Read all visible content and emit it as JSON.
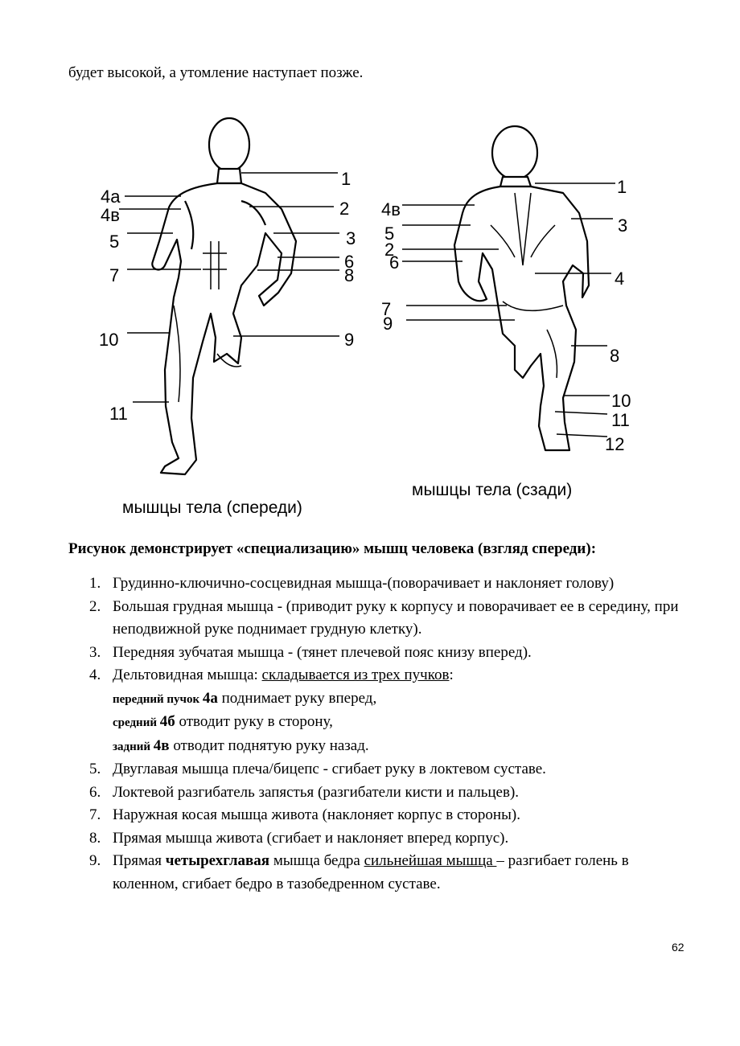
{
  "top_text": "будет высокой, а утомление наступает позже.",
  "figure": {
    "front_caption": "мышцы тела (спереди)",
    "back_caption": "мышцы тела (сзади)",
    "front_labels_left": [
      "4а",
      "4в",
      "5",
      "7",
      "10",
      "11"
    ],
    "front_labels_right": [
      "1",
      "2",
      "3",
      "6",
      "8",
      "9"
    ],
    "back_labels_left": [
      "4в",
      "5",
      "2",
      "6",
      "7",
      "9"
    ],
    "back_labels_right": [
      "1",
      "3",
      "4",
      "8",
      "10",
      "11",
      "12"
    ]
  },
  "caption": "Рисунок демонстрирует «специализацию» мышц человека (взгляд спереди):",
  "items": [
    {
      "n": "1.",
      "text": "Грудинно-ключично-сосцевидная мышца-(поворачивает и наклоняет голову)"
    },
    {
      "n": "2.",
      "text": "Большая грудная мышца - (приводит руку к корпусу и поворачивает ее в середину, при неподвижной руке поднимает грудную клетку)."
    },
    {
      "n": "3.",
      "text": "Передняя зубчатая мышца - (тянет плечевой пояс книзу вперед)."
    },
    {
      "n": "4.",
      "text_before": "Дельтовидная мышца: ",
      "underlined": "складывается из трех пучков",
      "text_after": ":",
      "sub": [
        {
          "bold": "передний пучок  ",
          "bold2": "4а",
          "rest": " поднимает руку вперед,"
        },
        {
          "bold": "средний ",
          "bold2": "4б",
          "rest": " отводит руку в сторону,"
        },
        {
          "bold": "задний ",
          "bold2": "4в",
          "rest": " отводит поднятую руку назад."
        }
      ]
    },
    {
      "n": "5.",
      "text": "Двуглавая мышца плеча/бицепс - сгибает руку в локтевом суставе."
    },
    {
      "n": "6.",
      "text": "Локтевой разгибатель запястья (разгибатели кисти и пальцев)."
    },
    {
      "n": "7.",
      "text": "Наружная косая мышца живота (наклоняет корпус в стороны)."
    },
    {
      "n": "8.",
      "text": "Прямая мышца живота (сгибает и наклоняет вперед корпус)."
    },
    {
      "n": "9.",
      "text_before": "Прямая ",
      "bold": "четырехглавая",
      "text_mid": " мышца бедра ",
      "underlined": "сильнейшая мышца ",
      "text_after": "– разгибает голень в коленном, сгибает бедро в тазобедренном суставе."
    }
  ],
  "page_number": "62"
}
